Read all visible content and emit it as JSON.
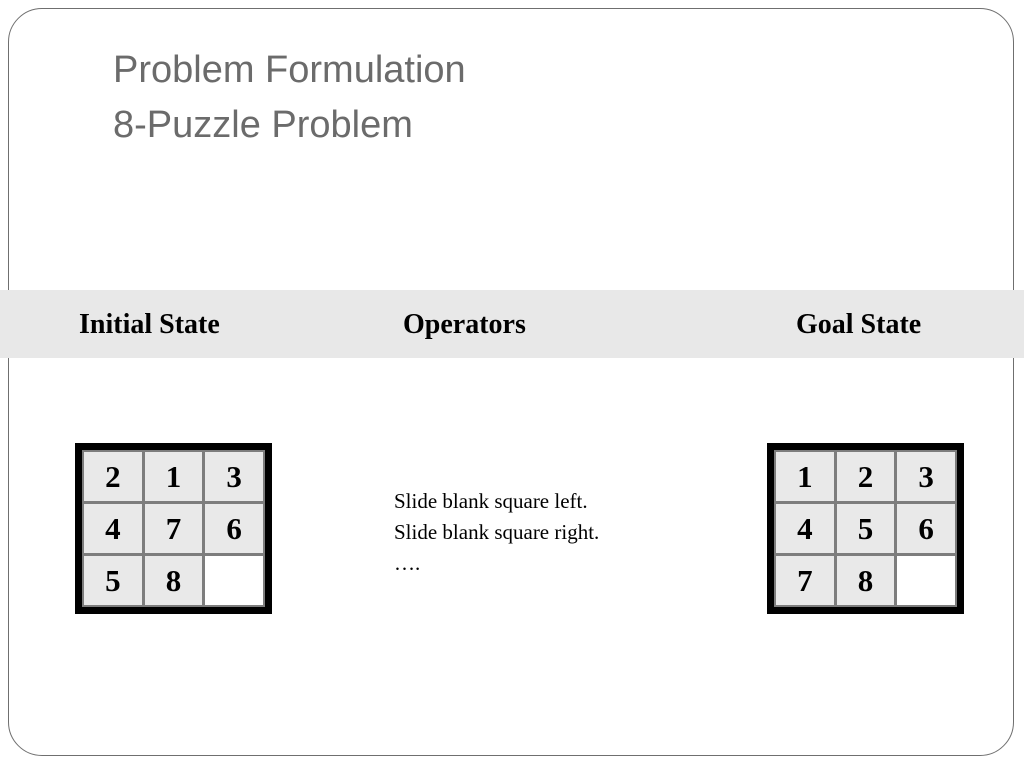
{
  "slide": {
    "title_line1": "Problem Formulation",
    "title_line2": "8-Puzzle Problem"
  },
  "headers": {
    "initial": "Initial State",
    "operators": "Operators",
    "goal": "Goal State"
  },
  "initial_state": {
    "tiles": [
      "2",
      "1",
      "3",
      "4",
      "7",
      "6",
      "5",
      "8",
      ""
    ]
  },
  "goal_state": {
    "tiles": [
      "1",
      "2",
      "3",
      "4",
      "5",
      "6",
      "7",
      "8",
      ""
    ]
  },
  "operators": {
    "lines": [
      "Slide blank square left.",
      "Slide blank square right.",
      "…."
    ]
  },
  "colors": {
    "title": "#6b6b6b",
    "header_band": "#e8e8e8",
    "tile": "#e9e9e9",
    "blank_tile": "#ffffff",
    "tile_grid": "#7d7d7d",
    "puzzle_border": "#000000"
  }
}
